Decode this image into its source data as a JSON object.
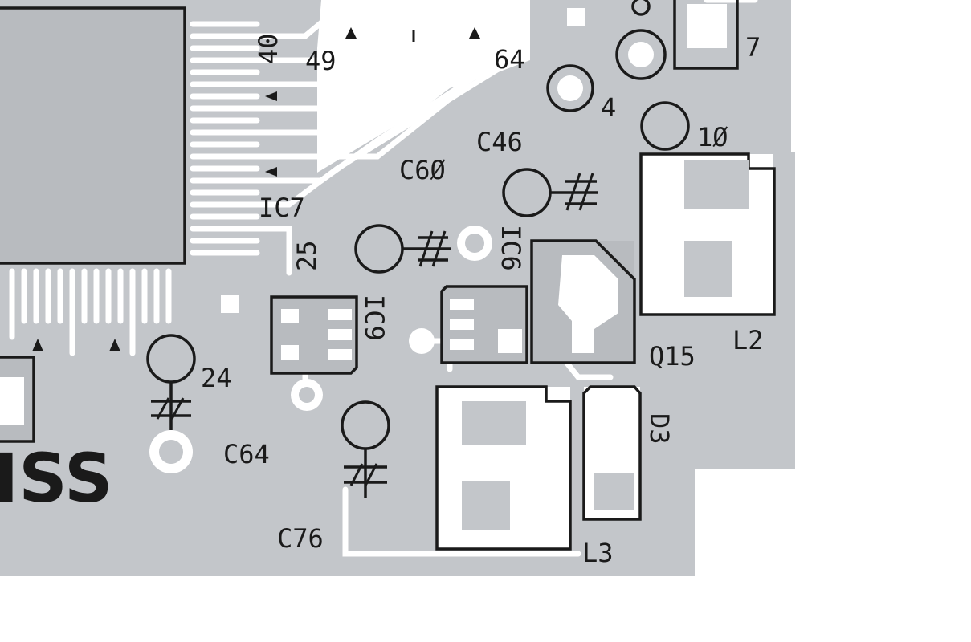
{
  "board": {
    "colors": {
      "copper": "#c3c6ca",
      "copper_dark": "#b8bbbf",
      "silkscreen": "#1a1a1a",
      "substrate": "#ffffff"
    },
    "labels": {
      "n40": "40",
      "n49": "49",
      "n64": "64",
      "n7": "7",
      "n4": "4",
      "n10": "1Ø",
      "c46": "C46",
      "c60": "C6Ø",
      "ic7": "IC7",
      "n25": "25",
      "ic6": "IC6",
      "ic9": "IC9",
      "n24": "24",
      "c64": "C64",
      "c76": "C76",
      "q15": "Q15",
      "l2": "L2",
      "l3": "L3",
      "d3": "D3",
      "logo_fragment": "ISS"
    }
  }
}
